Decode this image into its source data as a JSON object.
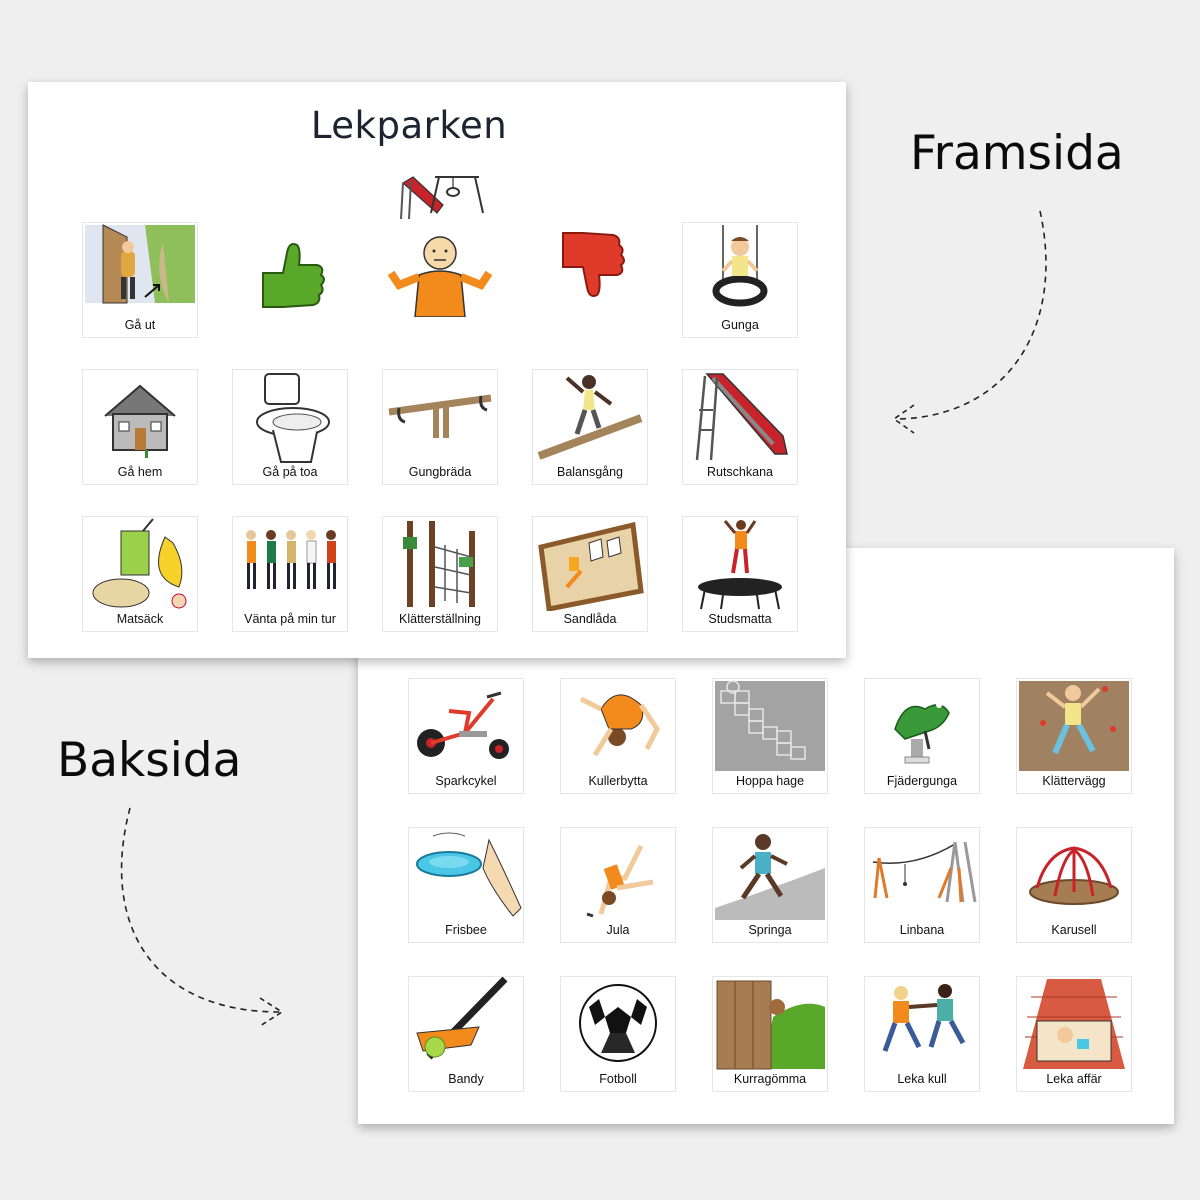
{
  "labels": {
    "front": "Framsida",
    "back": "Baksida"
  },
  "front": {
    "title": "Lekparken",
    "cards": [
      {
        "label": "Gå ut",
        "icon": "go-out-icon"
      },
      {
        "label": "",
        "icon": "thumbs-up-icon"
      },
      {
        "label": "",
        "icon": "shrug-icon"
      },
      {
        "label": "",
        "icon": "thumbs-down-icon"
      },
      {
        "label": "Gunga",
        "icon": "swing-icon"
      },
      {
        "label": "Gå hem",
        "icon": "house-icon"
      },
      {
        "label": "Gå på toa",
        "icon": "toilet-icon"
      },
      {
        "label": "Gungbräda",
        "icon": "seesaw-icon"
      },
      {
        "label": "Balansgång",
        "icon": "balance-beam-icon"
      },
      {
        "label": "Rutschkana",
        "icon": "slide-icon"
      },
      {
        "label": "Matsäck",
        "icon": "lunch-pack-icon"
      },
      {
        "label": "Vänta på min tur",
        "icon": "queue-icon"
      },
      {
        "label": "Klätterställning",
        "icon": "climbing-frame-icon"
      },
      {
        "label": "Sandlåda",
        "icon": "sandbox-icon"
      },
      {
        "label": "Studsmatta",
        "icon": "trampoline-icon"
      }
    ]
  },
  "back": {
    "cards": [
      {
        "label": "Sparkcykel",
        "icon": "tricycle-icon"
      },
      {
        "label": "Kullerbytta",
        "icon": "somersault-icon"
      },
      {
        "label": "Hoppa hage",
        "icon": "hopscotch-icon"
      },
      {
        "label": "Fjädergunga",
        "icon": "spring-rider-icon"
      },
      {
        "label": "Klättervägg",
        "icon": "climbing-wall-icon"
      },
      {
        "label": "Frisbee",
        "icon": "frisbee-icon"
      },
      {
        "label": "Jula",
        "icon": "cartwheel-icon"
      },
      {
        "label": "Springa",
        "icon": "running-icon"
      },
      {
        "label": "Linbana",
        "icon": "zipline-icon"
      },
      {
        "label": "Karusell",
        "icon": "carousel-icon"
      },
      {
        "label": "Bandy",
        "icon": "floorball-icon"
      },
      {
        "label": "Fotboll",
        "icon": "football-icon"
      },
      {
        "label": "Kurragömma",
        "icon": "hide-and-seek-icon"
      },
      {
        "label": "Leka kull",
        "icon": "tag-game-icon"
      },
      {
        "label": "Leka affär",
        "icon": "play-shop-icon"
      }
    ]
  },
  "colors": {
    "accent_red": "#e03a2a",
    "accent_green": "#5aa829",
    "accent_orange": "#f28a1c"
  }
}
